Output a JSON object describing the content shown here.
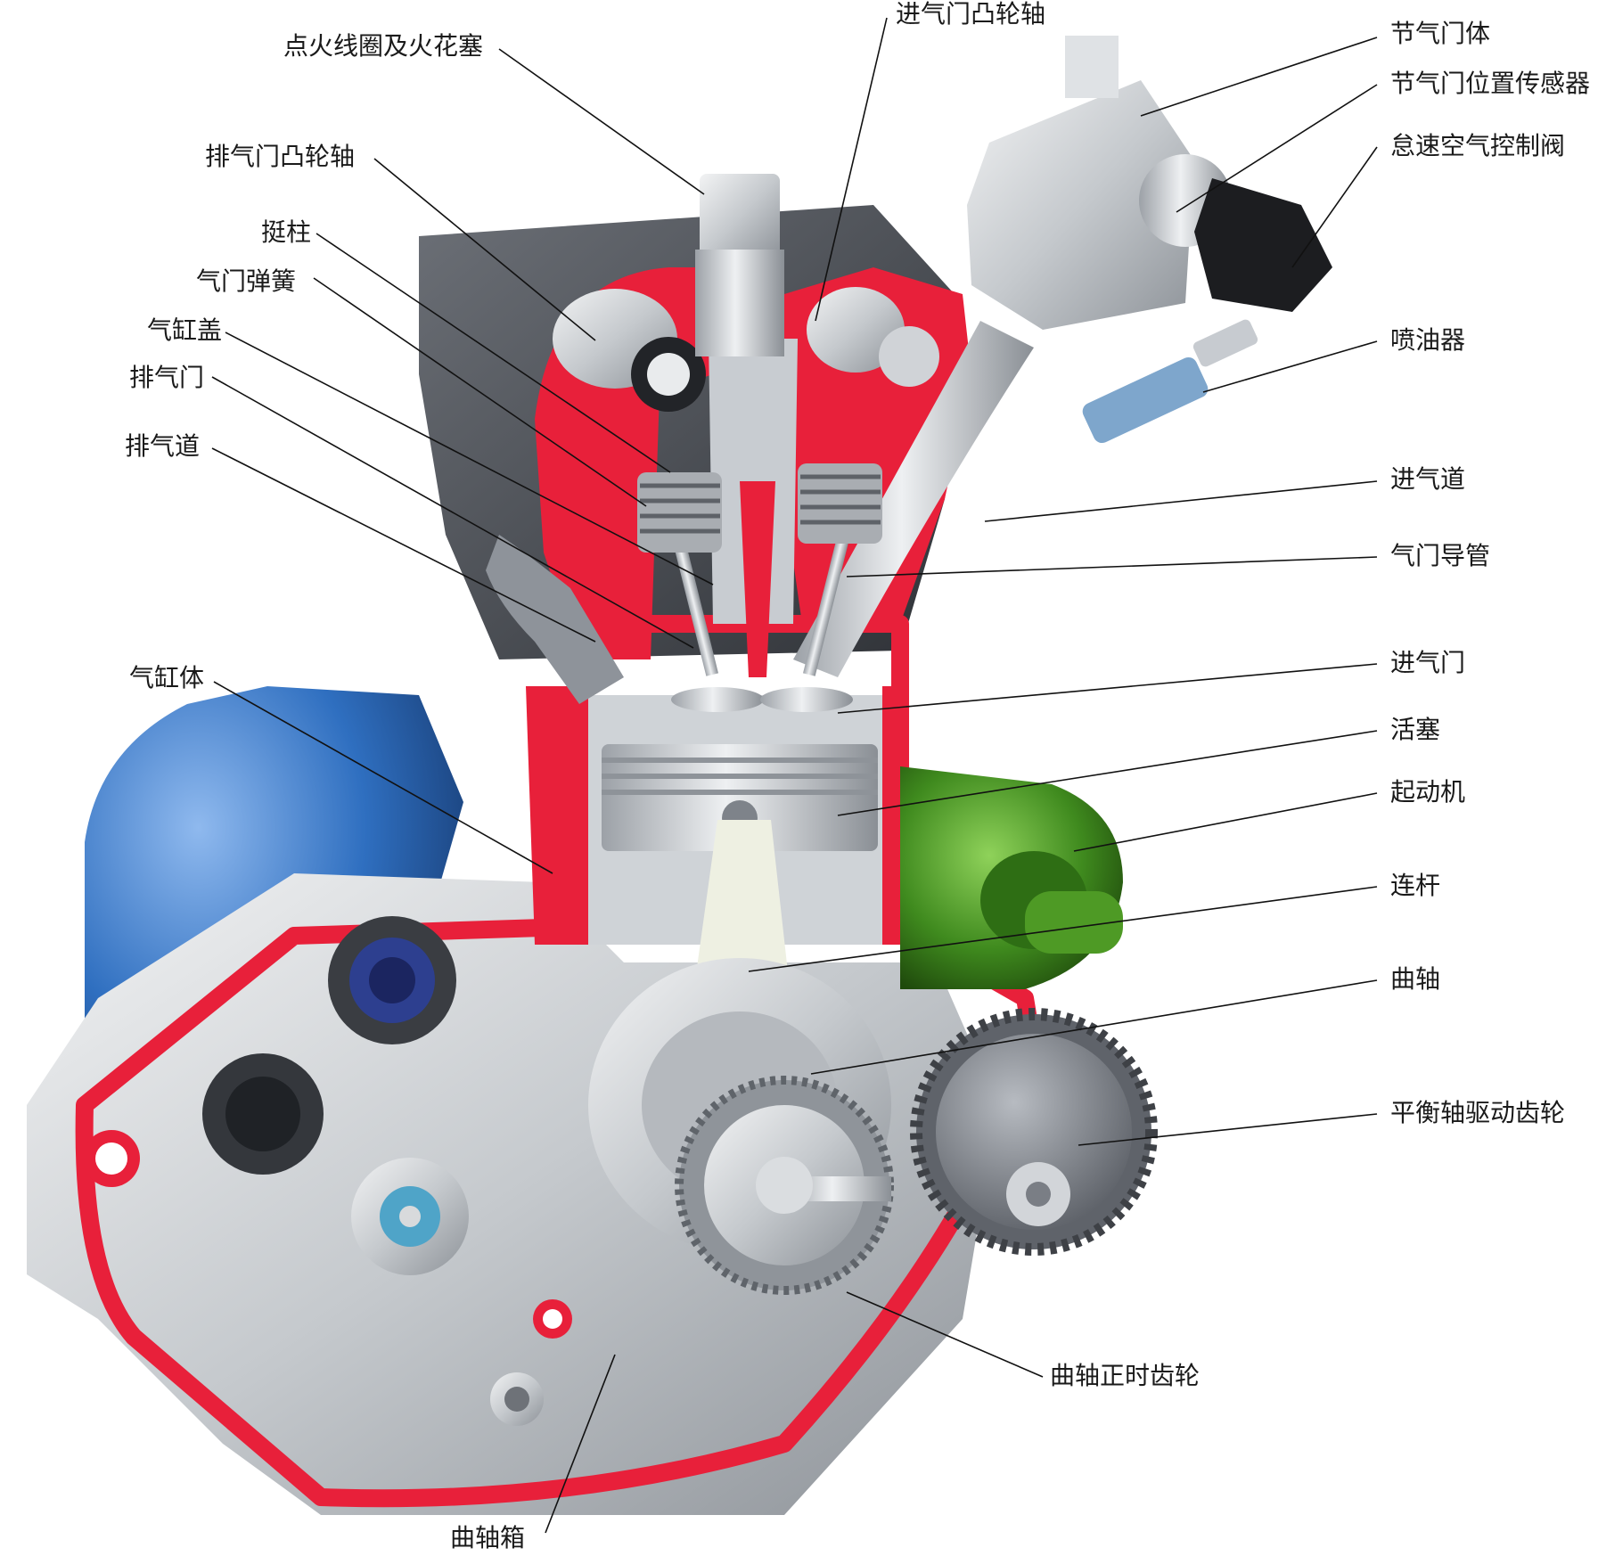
{
  "labels": {
    "ignition_coil": "点火线圈及火花塞",
    "intake_camshaft": "进气门凸轮轴",
    "exhaust_camshaft": "排气门凸轮轴",
    "tappet": "挺柱",
    "valve_spring": "气门弹簧",
    "cylinder_head_cover": "气缸盖",
    "exhaust_valve": "排气门",
    "exhaust_port": "排气道",
    "cylinder_block": "气缸体",
    "crankcase": "曲轴箱",
    "throttle_body": "节气门体",
    "throttle_position_sensor": "节气门位置传感器",
    "idle_air_control_valve": "怠速空气控制阀",
    "fuel_injector": "喷油器",
    "intake_port": "进气道",
    "valve_guide": "气门导管",
    "intake_valve": "进气门",
    "piston": "活塞",
    "starter": "起动机",
    "connecting_rod": "连杆",
    "crankshaft": "曲轴",
    "balance_shaft_drive_gear": "平衡轴驱动齿轮",
    "crankshaft_timing_gear": "曲轴正时齿轮"
  },
  "colors": {
    "section_red": "#e8203a",
    "cylinder_blue": "#2f6fc0",
    "starter_green": "#3f8a1e",
    "metal_light": "#d9dcdf",
    "metal_mid": "#a9adb2",
    "metal_dark": "#4a4e54",
    "gear_gray": "#7b7f86"
  }
}
